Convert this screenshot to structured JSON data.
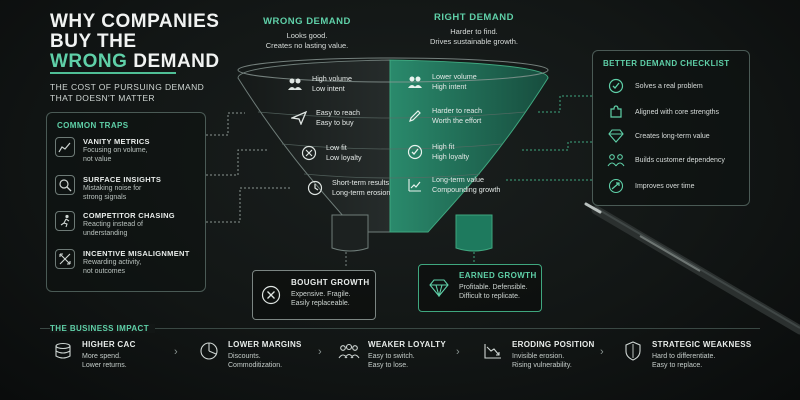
{
  "title": {
    "line1": "WHY COMPANIES",
    "line2": "BUY THE",
    "line3_plain": "",
    "line3_accent": "WRONG",
    "line3_rest": " DEMAND"
  },
  "subtitle": "THE COST OF PURSUING DEMAND THAT DOESN'T MATTER",
  "wrong_demand": {
    "heading": "WRONG DEMAND",
    "line1": "Looks good.",
    "line2": "Creates no lasting value."
  },
  "right_demand": {
    "heading": "RIGHT DEMAND",
    "line1": "Harder to find.",
    "line2": "Drives sustainable growth."
  },
  "funnel_left": [
    {
      "icon": "people-icon",
      "line1": "High volume",
      "line2": "Low intent"
    },
    {
      "icon": "paper-plane-icon",
      "line1": "Easy to reach",
      "line2": "Easy to buy"
    },
    {
      "icon": "x-circle-icon",
      "line1": "Low fit",
      "line2": "Low loyalty"
    },
    {
      "icon": "clock-icon",
      "line1": "Short-term results",
      "line2": "Long-term erosion"
    }
  ],
  "funnel_right": [
    {
      "icon": "people-icon",
      "line1": "Lower volume",
      "line2": "High intent"
    },
    {
      "icon": "pen-icon",
      "line1": "Harder to reach",
      "line2": "Worth the effort"
    },
    {
      "icon": "check-circle-icon",
      "line1": "High fit",
      "line2": "High loyalty"
    },
    {
      "icon": "growth-chart-icon",
      "line1": "Long-term value",
      "line2": "Compounding growth"
    }
  ],
  "common_traps": {
    "title": "COMMON TRAPS",
    "items": [
      {
        "icon": "chart-icon",
        "title": "VANITY METRICS",
        "desc1": "Focusing on volume,",
        "desc2": "not value"
      },
      {
        "icon": "search-icon",
        "title": "SURFACE INSIGHTS",
        "desc1": "Mistaking noise for",
        "desc2": "strong signals"
      },
      {
        "icon": "runner-icon",
        "title": "COMPETITOR CHASING",
        "desc1": "Reacting instead of",
        "desc2": "understanding"
      },
      {
        "icon": "arrows-icon",
        "title": "INCENTIVE MISALIGNMENT",
        "desc1": "Rewarding activity,",
        "desc2": "not outcomes"
      }
    ]
  },
  "checklist": {
    "title": "BETTER DEMAND CHECKLIST",
    "items": [
      {
        "icon": "check-circle-icon",
        "label": "Solves a real problem"
      },
      {
        "icon": "puzzle-icon",
        "label": "Aligned with core strengths"
      },
      {
        "icon": "diamond-icon",
        "label": "Creates long-term value"
      },
      {
        "icon": "people-icon",
        "label": "Builds customer dependency"
      },
      {
        "icon": "trend-up-icon",
        "label": "Improves over time"
      }
    ]
  },
  "bought_growth": {
    "title": "BOUGHT GROWTH",
    "line1": "Expensive. Fragile.",
    "line2": "Easily replaceable."
  },
  "earned_growth": {
    "title": "EARNED GROWTH",
    "line1": "Profitable. Defensible.",
    "line2": "Difficult to replicate."
  },
  "business_impact": {
    "title": "THE BUSINESS IMPACT",
    "items": [
      {
        "icon": "coins-icon",
        "title": "HIGHER CAC",
        "desc1": "More spend.",
        "desc2": "Lower returns."
      },
      {
        "icon": "pie-chart-icon",
        "title": "LOWER MARGINS",
        "desc1": "Discounts.",
        "desc2": "Commoditization."
      },
      {
        "icon": "people-icon",
        "title": "WEAKER LOYALTY",
        "desc1": "Easy to switch.",
        "desc2": "Easy to lose."
      },
      {
        "icon": "trend-down-icon",
        "title": "ERODING POSITION",
        "desc1": "Invisible erosion.",
        "desc2": "Rising vulnerability."
      },
      {
        "icon": "shield-icon",
        "title": "STRATEGIC WEAKNESS",
        "desc1": "Hard to differentiate.",
        "desc2": "Easy to replace."
      }
    ]
  },
  "colors": {
    "accent": "#5fd0a8",
    "funnel_right": "#1f6b55",
    "funnel_left": "#1b201f"
  }
}
